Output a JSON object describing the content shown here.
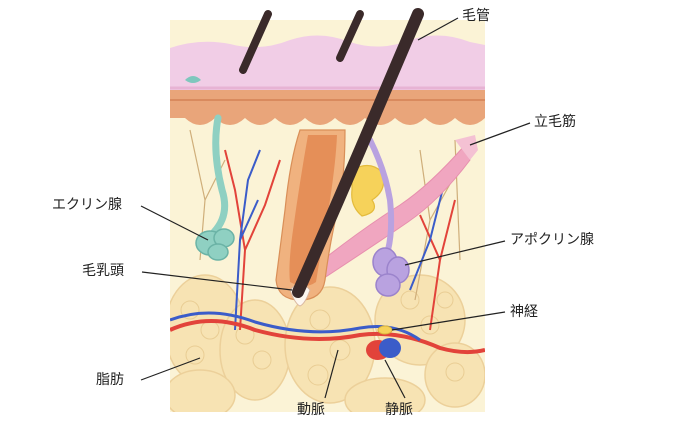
{
  "labels": {
    "hair_tube": "毛管",
    "arrector_pili": "立毛筋",
    "eccrine": "エクリン腺",
    "apocrine": "アポクリン腺",
    "papilla": "毛乳頭",
    "nerve": "神経",
    "fat": "脂肪",
    "artery": "動脈",
    "vein": "静脈"
  },
  "colors": {
    "epidermis": "#f1cde6",
    "dermis_band": "#e9a57a",
    "dermis": "#fbf3d6",
    "fat": "#f7e3b3",
    "artery": "#e2433a",
    "vein": "#3b5cc9",
    "hair": "#3a2a2a",
    "eccrine": "#8fd0c2",
    "apocrine": "#b9a2e0",
    "muscle": "#f0a6c0",
    "sebaceous": "#f6d25a"
  }
}
